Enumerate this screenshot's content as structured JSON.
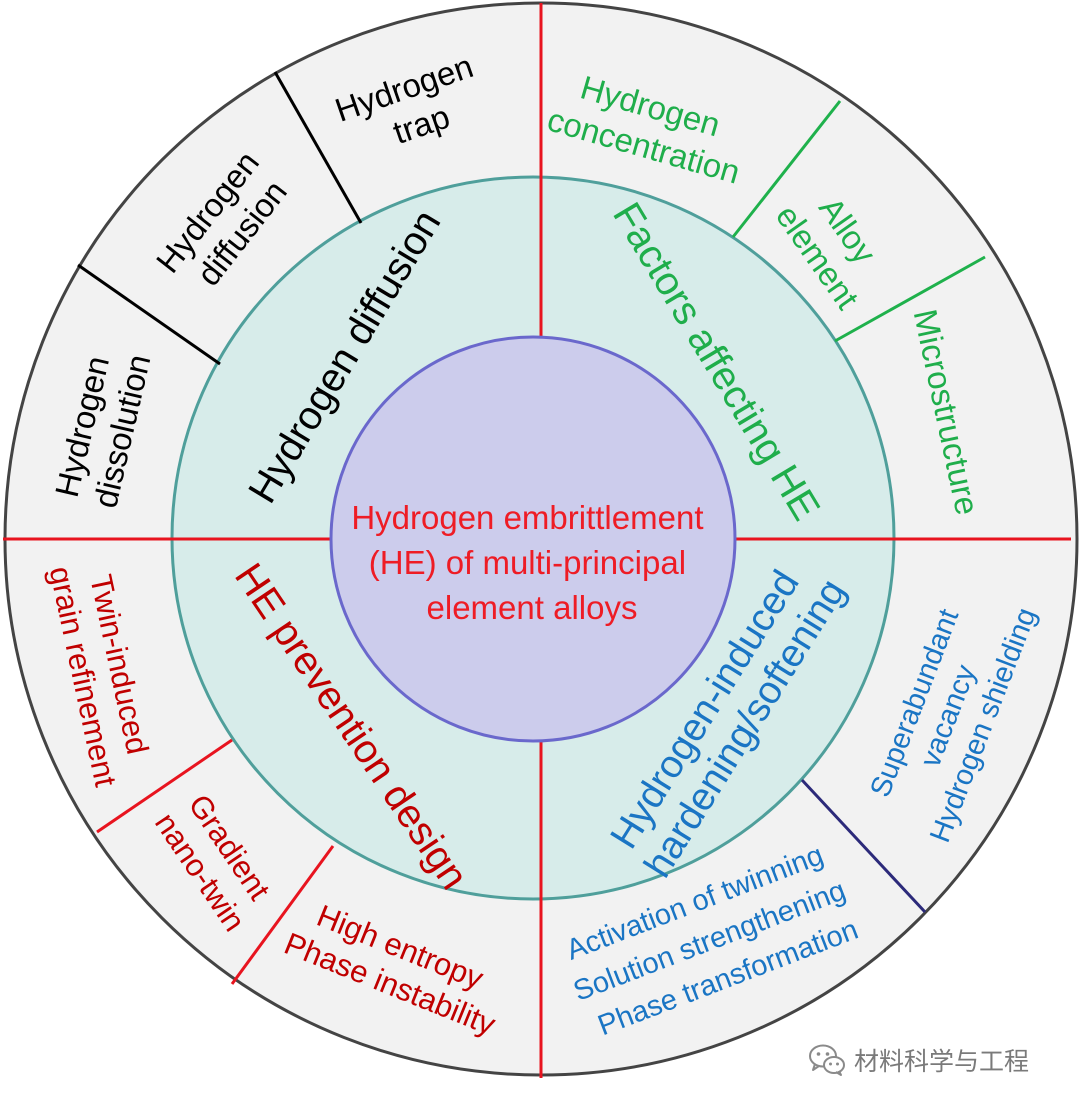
{
  "center": {
    "lines": [
      "Hydrogen embrittlement",
      "(HE) of multi-principal",
      "element alloys"
    ]
  },
  "middle": {
    "top_left": "Hydrogen diffusion",
    "top_right": "Factors affecting HE",
    "bottom_left": "HE prevention design",
    "bottom_right": [
      "Hydrogen-induced",
      "hardening/softening"
    ]
  },
  "outer": {
    "top_left": [
      {
        "lines": [
          "Hydrogen",
          "trap"
        ]
      },
      {
        "lines": [
          "Hydrogen",
          "diffusion"
        ]
      },
      {
        "lines": [
          "Hydrogen",
          "dissolution"
        ]
      }
    ],
    "top_right": [
      {
        "lines": [
          "Hydrogen",
          "concentration"
        ]
      },
      {
        "lines": [
          "Alloy",
          "element"
        ]
      },
      {
        "lines": [
          "Microstructure"
        ]
      }
    ],
    "bottom_right": [
      {
        "lines": [
          "Superabundant",
          "vacancy",
          "Hydrogen shielding"
        ]
      },
      {
        "lines": [
          "Activation of twinning",
          "Solution strengthening",
          "Phase transformation"
        ]
      }
    ],
    "bottom_left": [
      {
        "lines": [
          "Twin-induced",
          "grain refinement"
        ]
      },
      {
        "lines": [
          "Gradient",
          "nano-twin"
        ]
      },
      {
        "lines": [
          "High entropy",
          "Phase instability"
        ]
      }
    ]
  },
  "watermark": {
    "text": "材料科学与工程",
    "icon": "wechat-icon"
  },
  "colors": {
    "center_text": "#ee1c25",
    "center_fill": "#ccccec",
    "center_stroke": "#6a68cc",
    "middle_fill": "#d7ecea",
    "middle_stroke": "#4f9f9b",
    "outer_fill": "#f2f2f2",
    "outer_stroke": "#444444",
    "black_text": "#000000",
    "green_text": "#1fae4b",
    "red_text": "#c00000",
    "blue_text": "#1a75c4",
    "red_divider": "#e8141f",
    "green_divider": "#1fb14c",
    "navy_divider": "#2c2a7a"
  }
}
